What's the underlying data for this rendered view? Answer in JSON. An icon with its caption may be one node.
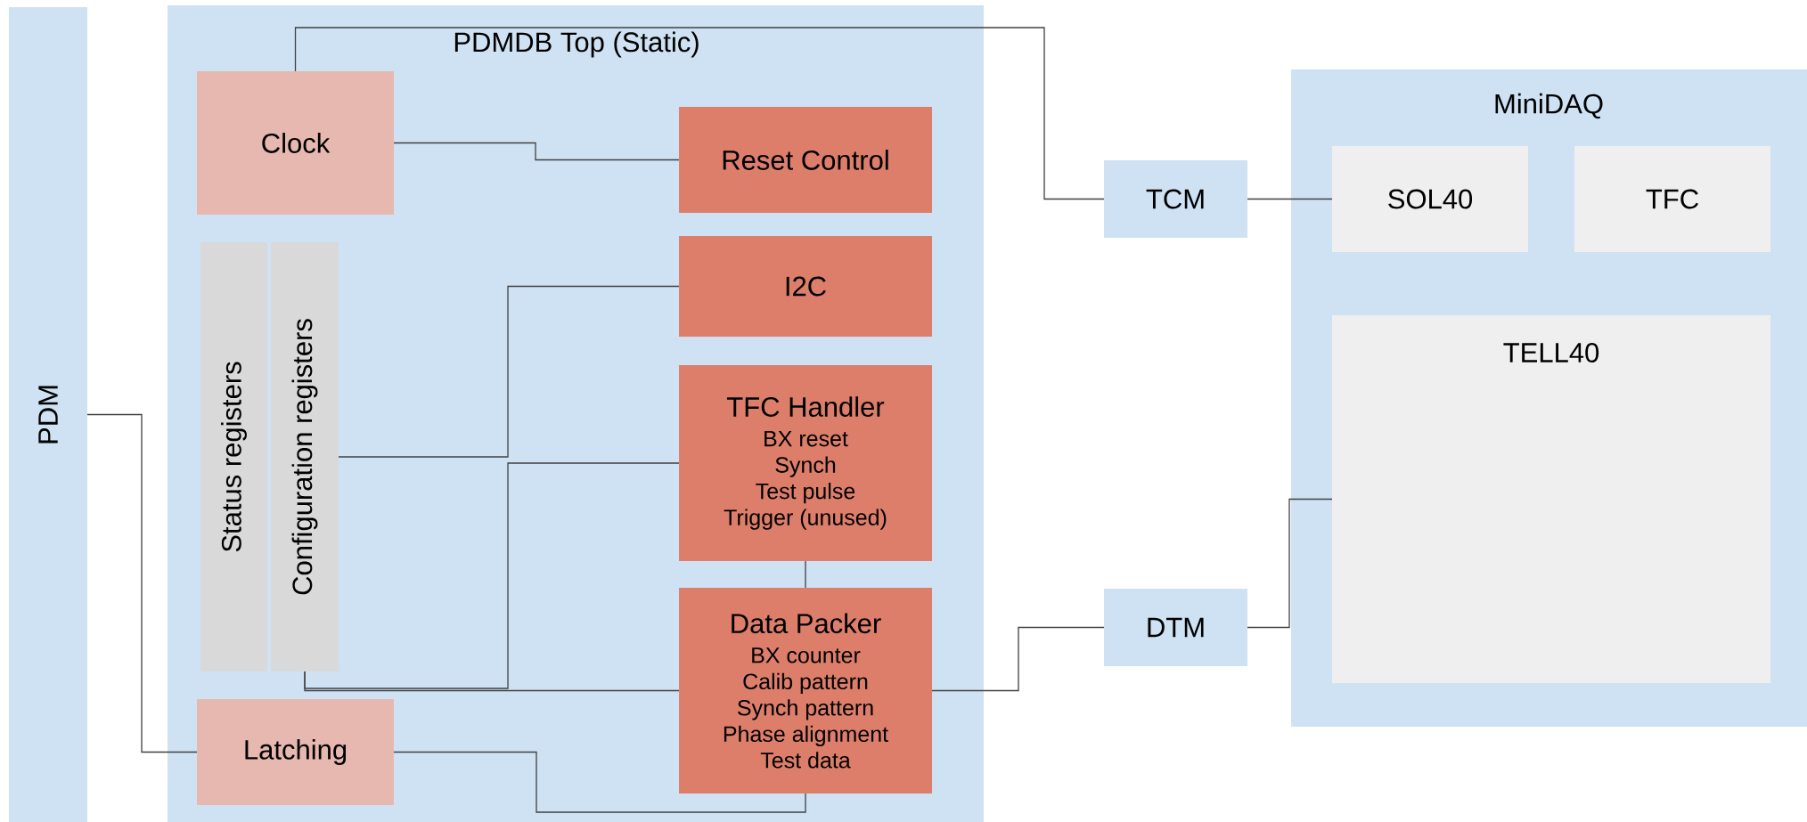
{
  "diagram": {
    "nodes": [
      {
        "text": [
          "PDM"
        ]
      },
      {
        "text": [
          "PDMDB Top (Static)"
        ]
      },
      {
        "text": [
          "Clock"
        ],
        "in": 1
      },
      {
        "text": [
          "Reset Control"
        ],
        "in": 1
      },
      {
        "text": [
          "Status registers"
        ],
        "in": 1
      },
      {
        "text": [
          "Configuration registers"
        ],
        "in": 1
      },
      {
        "text": [
          "I2C"
        ],
        "in": 1
      },
      {
        "text": [
          "TFC Handler",
          "BX reset",
          "Synch",
          "Test pulse",
          "Trigger (unused)"
        ],
        "in": 1
      },
      {
        "text": [
          "Data Packer",
          "BX counter",
          "Calib pattern",
          "Synch pattern",
          "Phase alignment",
          "Test data"
        ],
        "in": 1
      },
      {
        "text": [
          "Latching"
        ],
        "in": 1
      },
      {
        "text": [
          "TCM"
        ]
      },
      {
        "text": [
          "DTM"
        ]
      },
      {
        "text": [
          "MiniDAQ"
        ]
      },
      {
        "text": [
          "SOL40"
        ],
        "in": 12
      },
      {
        "text": [
          "TFC"
        ],
        "in": 12
      },
      {
        "text": [
          "TELL40"
        ],
        "in": 12
      }
    ],
    "edges": [
      {
        "from": 2,
        "to": 10,
        "arrow": "none"
      },
      {
        "from": 2,
        "to": 3,
        "arrow": "none"
      },
      {
        "from": 5,
        "to": 6,
        "arrow": "none"
      },
      {
        "from": 5,
        "to": 7,
        "arrow": "none"
      },
      {
        "from": 5,
        "to": 8,
        "arrow": "none"
      },
      {
        "from": 7,
        "to": 8,
        "arrow": "none"
      },
      {
        "from": 8,
        "to": 11,
        "arrow": "none"
      },
      {
        "from": 11,
        "to": 15,
        "arrow": "none"
      },
      {
        "from": 10,
        "to": 13,
        "arrow": "none"
      },
      {
        "from": 0,
        "to": 9,
        "arrow": "none"
      },
      {
        "from": 9,
        "to": 8,
        "arrow": "none"
      }
    ]
  }
}
